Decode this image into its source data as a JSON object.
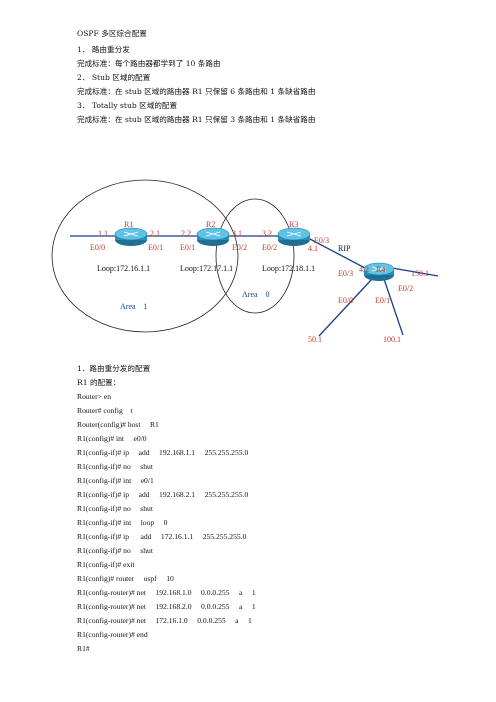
{
  "header": {
    "title": "OSPF 多区综合配置",
    "items": [
      "1．  路由重分发",
      "完成标准：每个路由器都学到了 10 条路由",
      "2．  Stub 区域的配置",
      "完成标准：在 stub 区域的路由器 R1 只保留 6 条路由和 1 条缺省路由",
      "3．  Totally stub 区域的配置",
      "完成标准：在 stub 区域的路由器 R1 只保留 3 条路由和 1 条缺省路由"
    ]
  },
  "diagram": {
    "routers": [
      "R1",
      "R2",
      "R3",
      "R4"
    ],
    "addresses": {
      "r1_left": "1.1",
      "r1_right": "2.1",
      "r2_left": "2.2",
      "r2_right": "3.1",
      "r3_left": "3.2",
      "r3_right": "4.1",
      "r4_left": "4.2",
      "r4_right": "150.1",
      "bottom_left": "50.1",
      "bottom_right": "100.1"
    },
    "interfaces": {
      "r1_e00": "E0/0",
      "r1_e01": "E0/1",
      "r2_e01": "E0/1",
      "r2_e02": "E0/2",
      "r3_e02": "E0/2",
      "r3_e03": "E0/3",
      "r4_e03": "E0/3",
      "r4_e02": "E0/2",
      "r4_e00": "E0/0",
      "r4_e01": "E0/1"
    },
    "rip_label": "RIP",
    "loops": [
      "Loop:172.16.1.1",
      "Loop:172.17.1.1",
      "Loop:172.18.1.1"
    ],
    "areas": [
      "Area    1",
      "Area    0"
    ],
    "colors": {
      "label_red": "#c0392b",
      "router_body": "#2a8fb5",
      "router_top": "#5ec3e6"
    }
  },
  "section1": {
    "heading": "1．路由重分发的配置",
    "sub": "R1 的配置：",
    "lines": [
      "Router> en",
      "Router# config    t",
      "Router(config)# host     R1",
      "R1(config)# int     e0/0",
      "R1(config-if)# ip     add     192.168.1.1     255.255.255.0",
      "R1(config-if)# no     shut",
      "R1(config-if)# int     e0/1",
      "R1(config-if)# ip     add     192.168.2.1     255.255.255.0",
      "R1(config-if)# no     shut",
      "R1(config-if)# int     loop     0",
      "R1(config-if)# ip      add     172.16.1.1     255.255.255.0",
      "R1(config-if)# no     shut",
      "R1(config-if)# exit",
      "R1(config)# router     ospf     10",
      "R1(config-router)# net     192.168.1.0     0.0.0.255     a     1",
      "R1(config-router)# net     192.168.2.0     0.0.0.255     a     1",
      "R1(config-router)# net     172.16.1.0     0.0.0.255     a     1",
      "R1(config-router)# end",
      "R1#"
    ]
  }
}
